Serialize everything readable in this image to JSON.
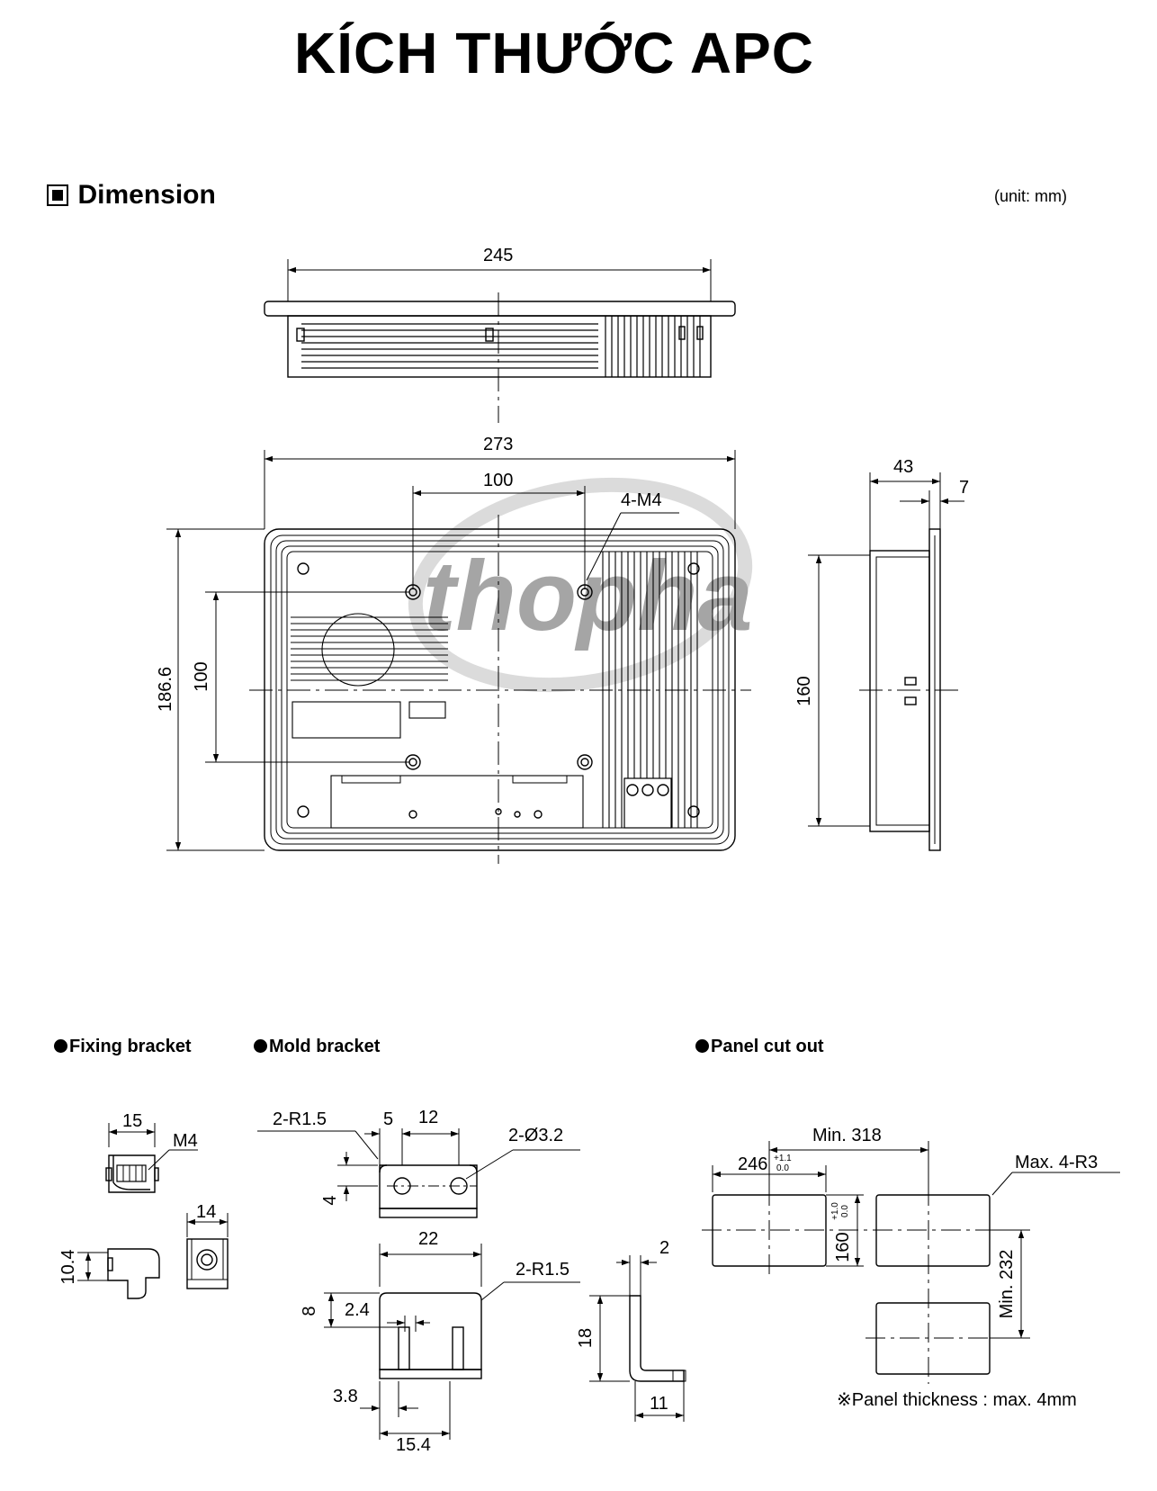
{
  "title": "KÍCH THƯỚC APC",
  "section": {
    "label": "Dimension",
    "unit": "(unit: mm)"
  },
  "watermark": "thopha",
  "main_views": {
    "top_width": "245",
    "front_width": "273",
    "mount_spacing_h": "100",
    "mount_screws": "4-M4",
    "front_height": "186.6",
    "mount_spacing_v": "100",
    "side_depth": "43",
    "side_bezel": "7",
    "side_height": "160"
  },
  "fixing_bracket": {
    "heading": "Fixing bracket",
    "dim_15": "15",
    "dim_m4": "M4",
    "dim_14": "14",
    "dim_10_4": "10.4"
  },
  "mold_bracket": {
    "heading": "Mold bracket",
    "r_top": "2-R1.5",
    "dim_5": "5",
    "dim_12": "12",
    "hole": "2-Ø3.2",
    "dim_4": "4",
    "dim_22": "22",
    "r_front": "2-R1.5",
    "dim_8": "8",
    "dim_2_4": "2.4",
    "dim_3_8": "3.8",
    "dim_15_4": "15.4",
    "dim_2": "2",
    "dim_18": "18",
    "dim_11": "11"
  },
  "panel_cutout": {
    "heading": "Panel cut out",
    "min_318": "Min. 318",
    "w_246": "246",
    "w_tol_plus": "+1.1",
    "w_tol_zero": "0.0",
    "h_160": "160",
    "h_tol_plus": "+1.0",
    "h_tol_zero": "0.0",
    "max_r3": "Max. 4-R3",
    "min_232": "Min. 232",
    "note": "※Panel thickness : max. 4mm"
  }
}
